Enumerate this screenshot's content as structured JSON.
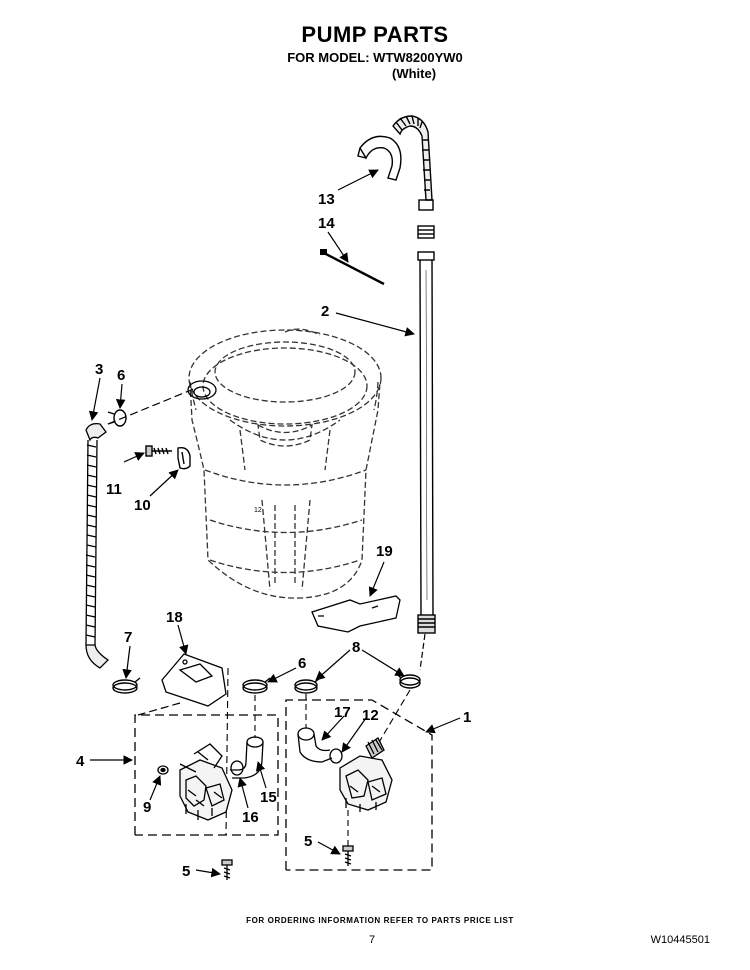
{
  "header": {
    "title": "PUMP PARTS",
    "model_line": "FOR MODEL: WTW8200YW0",
    "color_line": "(White)"
  },
  "callouts": {
    "c1": "1",
    "c2": "2",
    "c3": "3",
    "c4": "4",
    "c5a": "5",
    "c5b": "5",
    "c6a": "6",
    "c6b": "6",
    "c7": "7",
    "c8": "8",
    "c9": "9",
    "c10": "10",
    "c11": "11",
    "c12": "12",
    "c13": "13",
    "c14": "14",
    "c15": "15",
    "c16": "16",
    "c17": "17",
    "c18": "18",
    "c19": "19",
    "tub_mark": "12"
  },
  "footer": {
    "ordering_note": "FOR ORDERING INFORMATION REFER TO PARTS PRICE LIST",
    "page_number": "7",
    "doc_number": "W10445501"
  }
}
